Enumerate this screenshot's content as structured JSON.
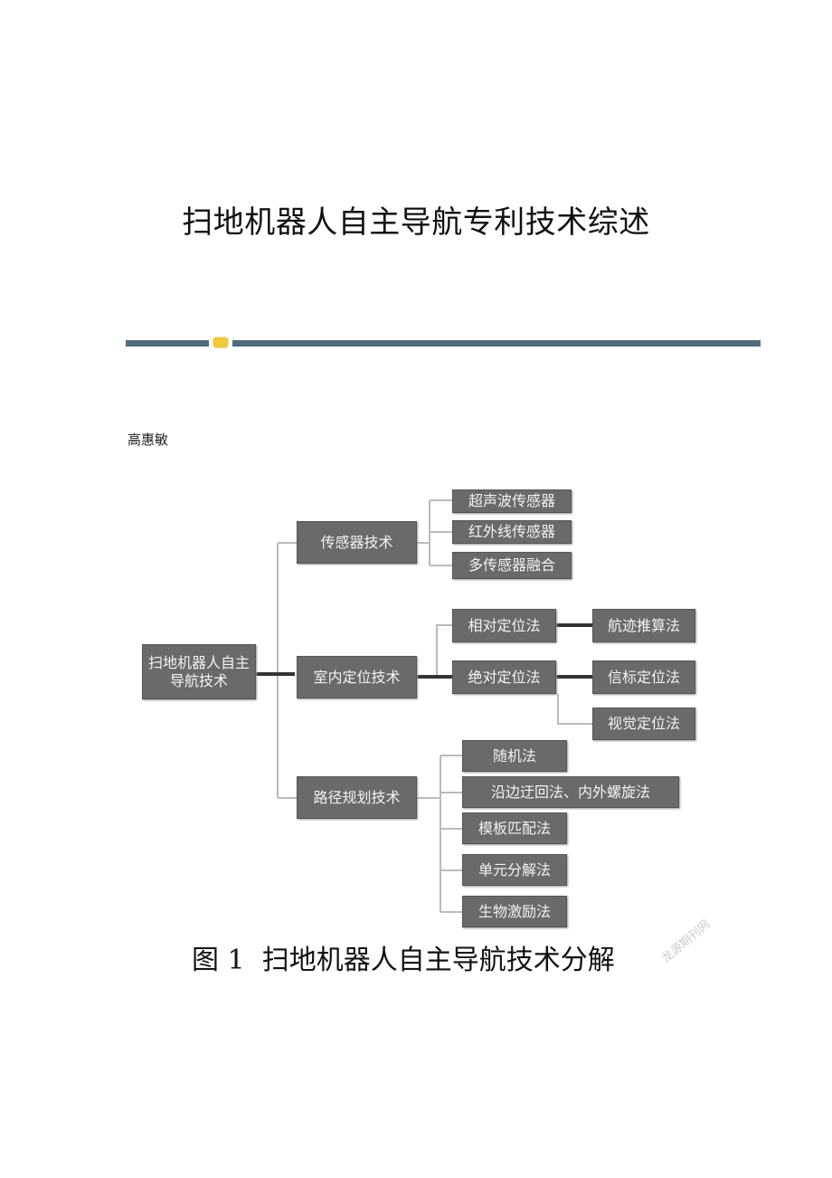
{
  "title": "扫地机器人自主导航专利技术综述",
  "author": "高惠敏",
  "diagram": {
    "root": "扫地机器人自主导航技术",
    "sensor": {
      "label": "传感器技术",
      "children": [
        "超声波传感器",
        "红外线传感器",
        "多传感器融合"
      ]
    },
    "indoor": {
      "label": "室内定位技术",
      "relative": "相对定位法",
      "absolute": "绝对定位法",
      "dead_reckoning": "航迹推算法",
      "beacon": "信标定位法",
      "vision": "视觉定位法"
    },
    "path": {
      "label": "路径规划技术",
      "children": [
        "随机法",
        "沿边迂回法、内外螺旋法",
        "模板匹配法",
        "单元分解法",
        "生物激励法"
      ]
    },
    "caption": "图 1  扫地机器人自主导航技术分解",
    "watermark": "龙源期刊网"
  },
  "colors": {
    "box": "#6a6a6a",
    "divider": "#4f6b7c",
    "accent": "#f0c93a"
  }
}
